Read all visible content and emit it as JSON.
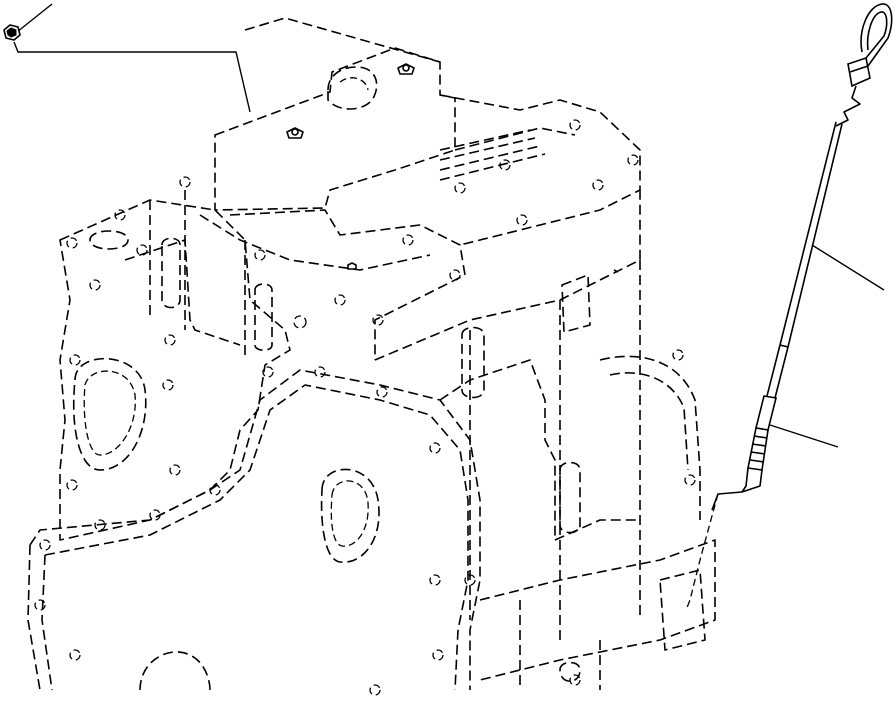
{
  "figure": {
    "parts": [
      {
        "id": "cap-nut",
        "icon": "hex-nut-icon"
      },
      {
        "id": "dipstick",
        "icon": "dipstick-icon"
      },
      {
        "id": "dipstick-guide-tube",
        "icon": "tube-icon"
      }
    ],
    "line_color": "#000000",
    "background": "#ffffff"
  }
}
